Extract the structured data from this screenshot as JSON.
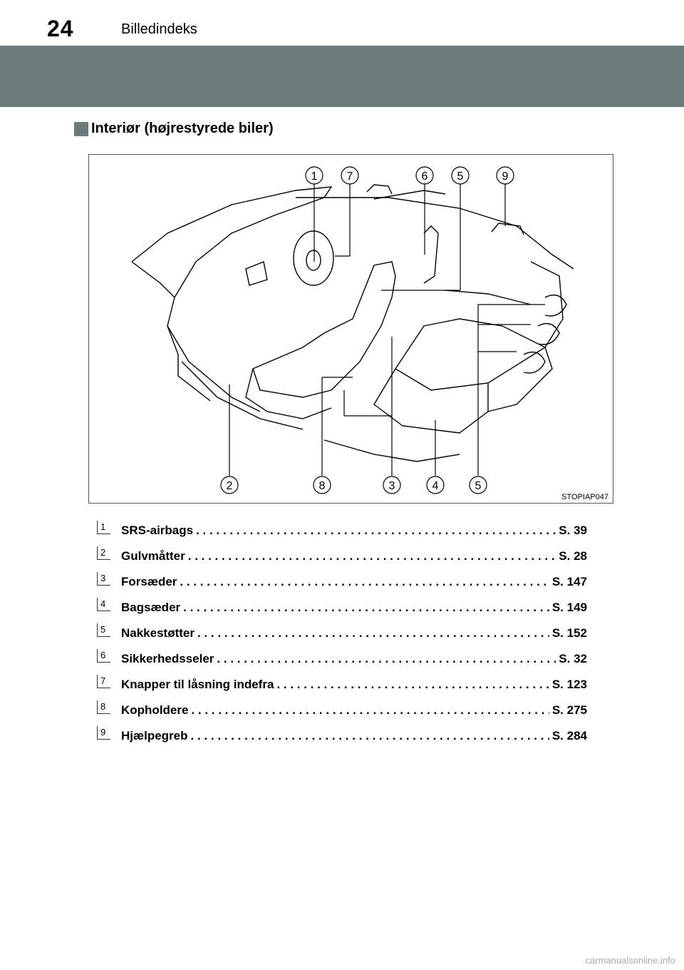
{
  "header": {
    "page_number": "24",
    "title": "Billedindeks"
  },
  "section": {
    "title": "Interiør (højrestyrede biler)"
  },
  "figure": {
    "code": "STOPIAP047",
    "callouts_top": [
      "1",
      "7",
      "6",
      "5",
      "9"
    ],
    "callouts_bottom": [
      "2",
      "8",
      "3",
      "4",
      "5"
    ]
  },
  "index": [
    {
      "num": "1",
      "label": "SRS-airbags",
      "page": "S. 39"
    },
    {
      "num": "2",
      "label": "Gulvmåtter",
      "page": "S. 28"
    },
    {
      "num": "3",
      "label": "Forsæder",
      "page": "S. 147"
    },
    {
      "num": "4",
      "label": "Bagsæder",
      "page": "S. 149"
    },
    {
      "num": "5",
      "label": "Nakkestøtter",
      "page": "S. 152"
    },
    {
      "num": "6",
      "label": "Sikkerhedsseler",
      "page": "S. 32"
    },
    {
      "num": "7",
      "label": "Knapper til låsning indefra",
      "page": "S. 123"
    },
    {
      "num": "8",
      "label": "Kopholdere",
      "page": "S. 275"
    },
    {
      "num": "9",
      "label": "Hjælpegreb",
      "page": "S. 284"
    }
  ],
  "footer": {
    "watermark": "carmanualsonline.info"
  }
}
